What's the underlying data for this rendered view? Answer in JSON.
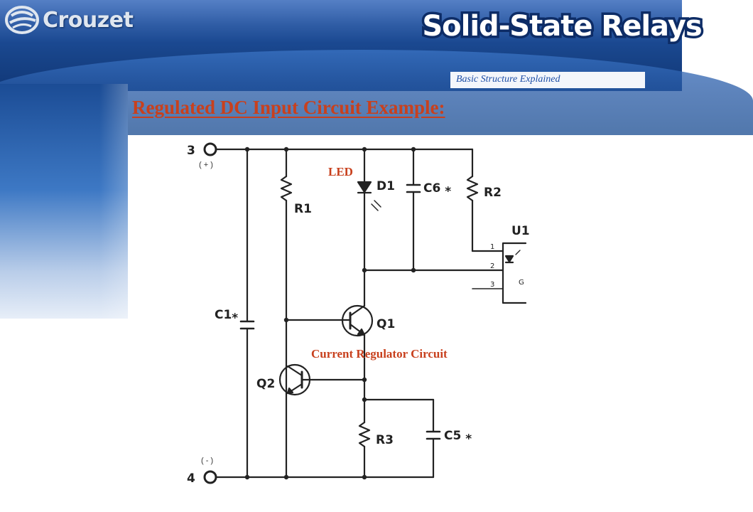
{
  "header": {
    "brand": "Crouzet",
    "title": "Solid-State Relays",
    "subtitle": "Basic Structure Explained"
  },
  "slide": {
    "heading": "Regulated DC Input Circuit Example:"
  },
  "annotations": {
    "led": "LED",
    "current_regulator": "Current Regulator Circuit",
    "positive": "( + )",
    "negative": "( - )"
  },
  "schematic": {
    "terminal_3": "3",
    "terminal_4": "4",
    "r1": "R1",
    "r2": "R2",
    "r3": "R3",
    "d1": "D1",
    "c1": "C1⁎",
    "c5": "C5 ⁎",
    "c6": "C6 ⁎",
    "q1": "Q1",
    "q2": "Q2",
    "u1": "U1",
    "pin1": "1",
    "pin2": "2",
    "pin3": "3",
    "u1_body": "G"
  },
  "colors": {
    "accent": "#c8401d",
    "banner_blue": "#1e4f9d",
    "subtitle_blue": "#1d4ea6"
  }
}
